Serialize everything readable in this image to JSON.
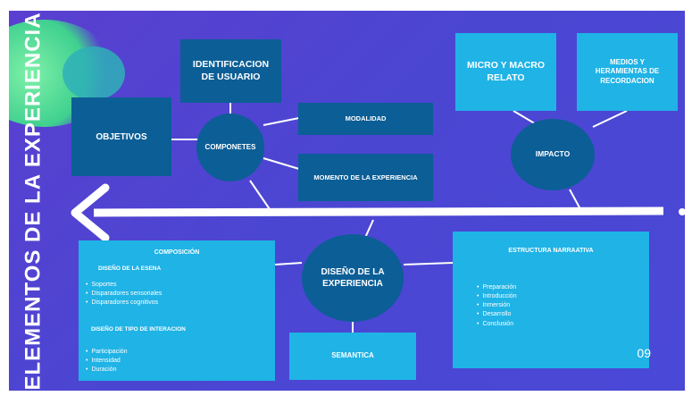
{
  "title": "ELEMENTOS DE LA EXPERIENCIA",
  "page_number": "09",
  "nodes": {
    "identificacion": "IDENTIFICACION DE USUARIO",
    "objetivos": "OBJETIVOS",
    "componentes": "COMPONETES",
    "modalidad": "MODALIDAD",
    "momento": "MOMENTO DE LA EXPERIENCIA",
    "micro_macro": "MICRO Y MACRO RELATO",
    "medios": "MEDIOS Y HERAMIENTAS DE RECORDACION",
    "impacto": "IMPACTO",
    "diseno": "DISEÑO DE LA EXPERIENCIA",
    "semantica": "SEMANTICA"
  },
  "composicion": {
    "title": "COMPOSICIÓN",
    "escena_heading": "DISEÑO DE LA ESENA",
    "escena_items": [
      "Soportes",
      "Disparadores sensoriales",
      "Disparadores cognitivos"
    ],
    "interaccion_heading": "DISEÑO DE TIPO DE INTERACION",
    "interaccion_items": [
      "Participación",
      "Intensidad",
      "Duración"
    ]
  },
  "estructura": {
    "title": "ESTRUCTURA NARRAATIVA",
    "items": [
      "Preparación",
      "Introducción",
      "Inmersión",
      "Desarrollo",
      "Conclusión"
    ]
  },
  "colors": {
    "background": "#4b46d2",
    "dark_box": "#0c5e96",
    "light_box": "#1fb3e6",
    "accent_blob": "#3fd08f"
  }
}
